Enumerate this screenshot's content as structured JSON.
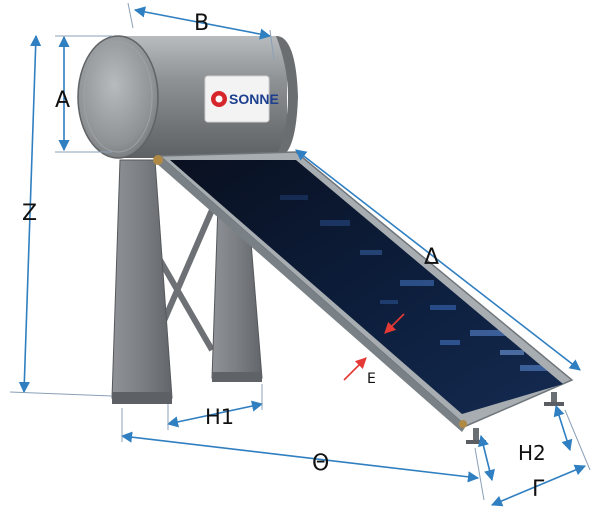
{
  "labels": {
    "A": "A",
    "B": "B",
    "Z": "Z",
    "Delta": "Δ",
    "E": "E",
    "H1": "H1",
    "Theta": "Θ",
    "H2": "H2",
    "Gamma": "Γ"
  },
  "brand": {
    "name": "SONNE",
    "small_top": "",
    "small_bottom": ""
  },
  "colors": {
    "dimension_arrow": "#2f7fc1",
    "highlight_arrow": "#e53935",
    "tank": "#8a8d90",
    "panel_frame": "#9aa1a6",
    "panel_glass": "#0b1830",
    "stand": "#7d8185"
  }
}
